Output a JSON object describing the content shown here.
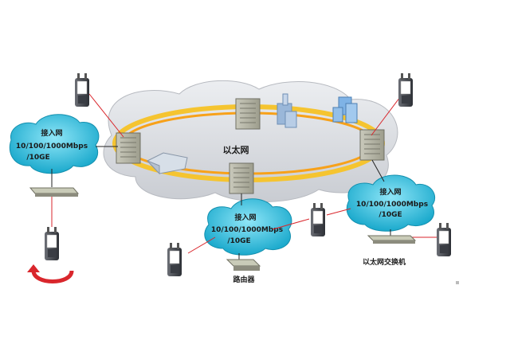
{
  "core_network": {
    "label": "以太网"
  },
  "access_networks": [
    {
      "title": "接入网",
      "speeds": "10/100/1000Mbps",
      "suffix": "/10GE"
    },
    {
      "title": "接入网",
      "speeds": "10/100/1000Mbps",
      "suffix": "/10GE"
    },
    {
      "title": "接入网",
      "speeds": "10/100/1000Mbps",
      "suffix": "/10GE"
    }
  ],
  "devices": {
    "router_label": "路由器",
    "ethernet_switch_label": "以太网交换机"
  },
  "colors": {
    "ring_outer": "#f5c430",
    "ring_inner": "#f7a11a",
    "red_link": "#d9262c",
    "cloud_fill": "#d8dbe0",
    "access_cloud_fill": "#21b7d8"
  }
}
